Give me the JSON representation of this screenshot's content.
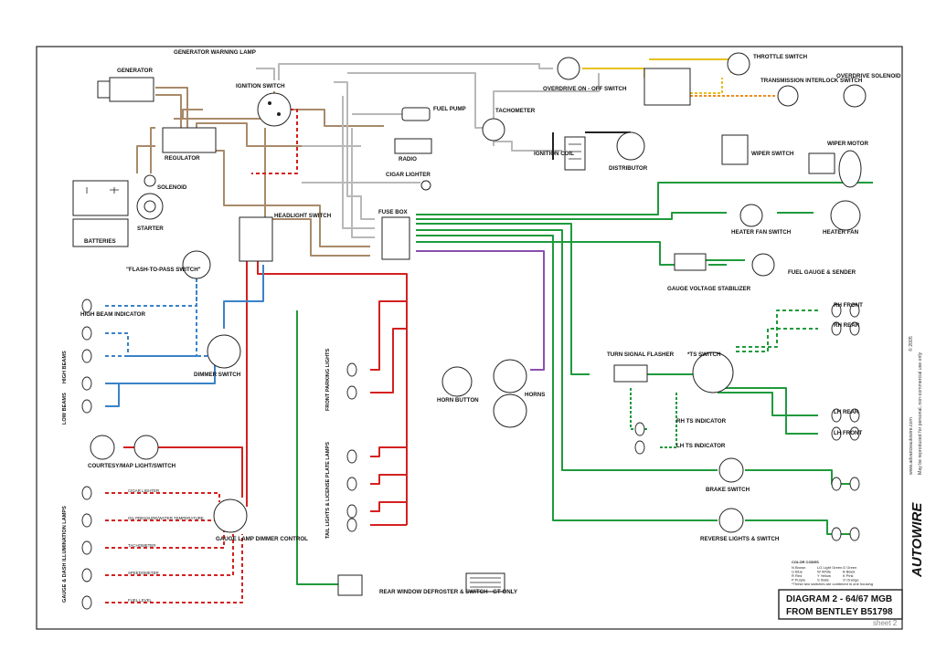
{
  "diagram": {
    "title_line1": "DIAGRAM 2 - 64/67 MGB",
    "title_line2": "FROM BENTLEY B51798",
    "sheet": "sheet 2",
    "brand": "AUTOWIRE",
    "side_note_url": "www.advanceautowire.com",
    "side_note_text": "May be reproduced for personal, non-commercial use only",
    "copyright": "© 2005"
  },
  "labels": {
    "generator_warning_lamp": "GENERATOR WARNING LAMP",
    "generator": "GENERATOR",
    "ignition_switch": "IGNITION SWITCH",
    "regulator": "REGULATOR",
    "solenoid": "SOLENOID",
    "batteries": "BATTERIES",
    "starter": "STARTER",
    "fuel_pump": "FUEL PUMP",
    "tachometer": "TACHOMETER",
    "radio": "RADIO",
    "cigar_lighter": "CIGAR LIGHTER",
    "ignition_coil": "IGNITION COIL",
    "distributor": "DISTRIBUTOR",
    "overdrive_switch": "OVERDRIVE ON - OFF SWITCH",
    "throttle_switch": "THROTTLE SWITCH",
    "transmission_interlock": "TRANSMISSION INTERLOCK SWITCH",
    "overdrive_solenoid": "OVERDRIVE SOLENOID",
    "wiper_switch": "WIPER SWITCH",
    "wiper_motor": "WIPER MOTOR",
    "headlight_switch": "HEADLIGHT SWITCH",
    "fuse_box": "FUSE BOX",
    "heater_fan_switch": "HEATER FAN SWITCH",
    "heater_fan": "HEATER FAN",
    "gauge_voltage_stabilizer": "GAUGE VOLTAGE STABILIZER",
    "fuel_gauge_sender": "FUEL GAUGE & SENDER",
    "flash_to_pass": "\"FLASH-TO-PASS SWITCH\"",
    "high_beam_indicator": "HIGH BEAM INDICATOR",
    "high_beams": "HIGH BEAMS",
    "low_beams": "LOW BEAMS",
    "dimmer_switch": "DIMMER SWITCH",
    "rh_front": "RH FRONT",
    "rh_rear": "RH REAR",
    "lh_rear": "LH REAR",
    "lh_front": "LH FRONT",
    "turn_signal_flasher": "TURN SIGNAL FLASHER",
    "ts_switch": "*TS SWITCH",
    "rh_ts_indicator": "RH TS INDICATOR",
    "lh_ts_indicator": "LH TS INDICATOR",
    "front_parking_lights": "FRONT PARKING LIGHTS",
    "horn_button": "HORN BUTTON",
    "horns": "HORNS",
    "brake_switch": "BRAKE SWITCH",
    "courtesy_map": "COURTESY/MAP LIGHT/SWITCH",
    "tail_lights": "TAIL LIGHTS & LICENSE PLATE LAMPS",
    "reverse_lights": "REVERSE LIGHTS & SWITCH",
    "gauge_dash_illum": "GAUGE & DASH ILLUMINATION LAMPS",
    "gauge_lamp_dimmer": "GAUGE LAMP DIMMER CONTROL",
    "rear_window_defroster": "REAR WINDOW DEFROSTER & SWITCH - GT ONLY",
    "illum_cigar": "CIGAR LIGHTER",
    "illum_oil": "OIL PRESSURE/WATER TEMPERATURE",
    "illum_tach": "TACHOMETER",
    "illum_speedo": "SPEEDOMETER",
    "illum_fuel": "FUEL LEVEL",
    "asterisk_note": "*These two switches are combined in one housing"
  },
  "color_codes": {
    "title": "COLOR CODES",
    "entries": [
      "N Brown",
      "U Blue",
      "R Red",
      "P Purple",
      "LG Light Green",
      "W White",
      "Y Yellow",
      "S Slate",
      "G Green",
      "B Black",
      "K Pink",
      "O Orange"
    ]
  },
  "wire_colors": {
    "brown": "#a88a6a",
    "white": "#b8b8b8",
    "red": "#d42020",
    "green": "#1f9a3c",
    "blue": "#3a82c8",
    "purple": "#8a4fb0",
    "black": "#222222",
    "yellow": "#e6c020",
    "orange": "#f08a20"
  }
}
